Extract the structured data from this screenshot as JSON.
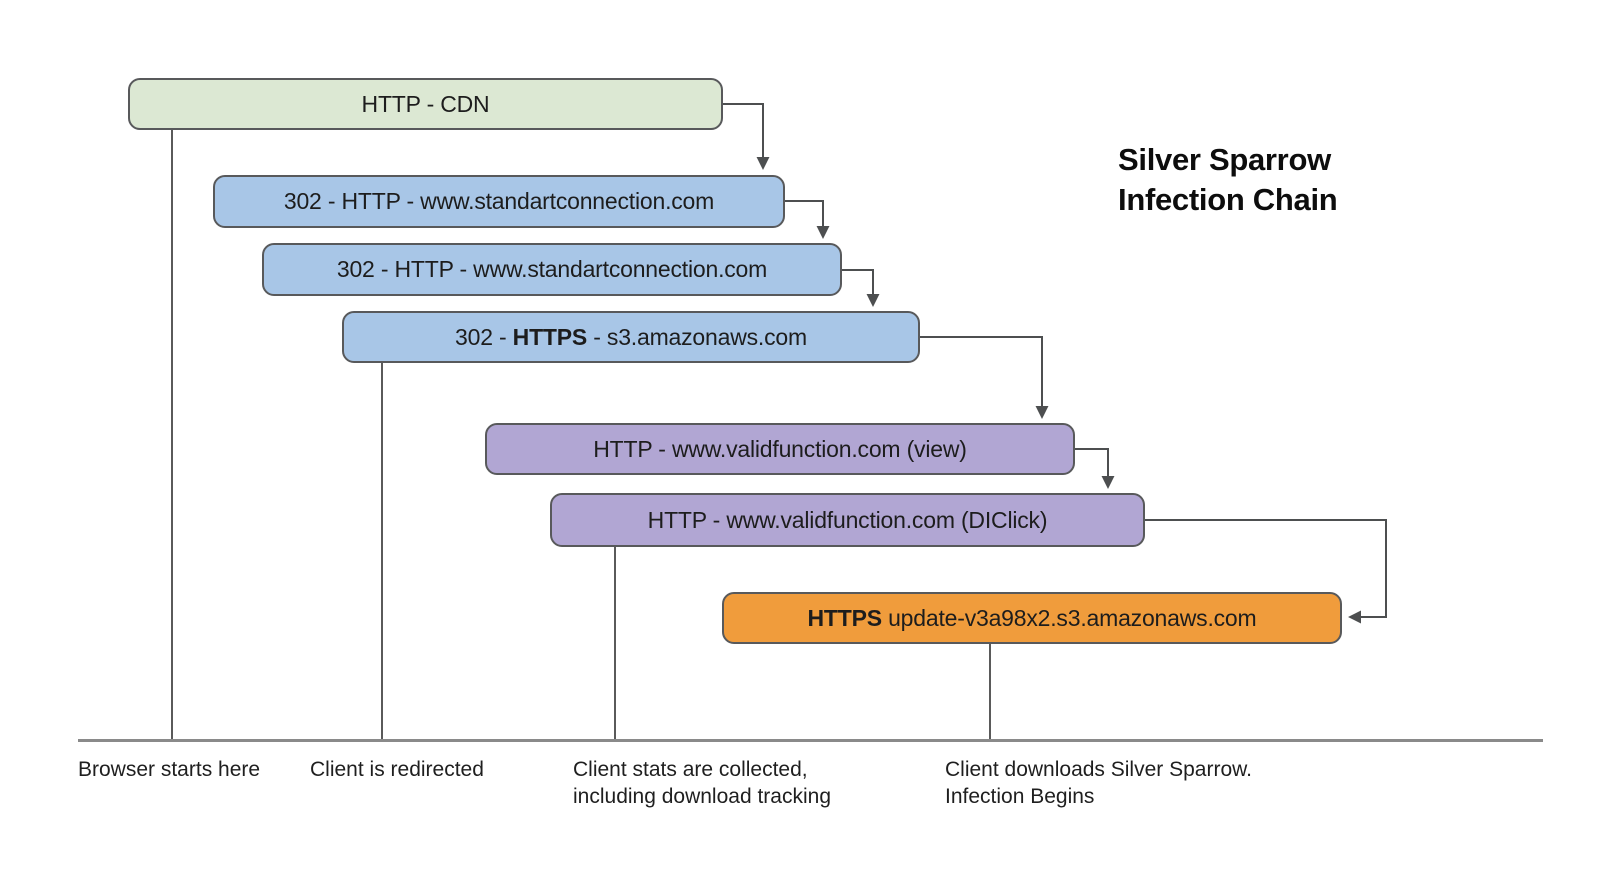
{
  "title": {
    "line1": "Silver Sparrow",
    "line2": "Infection Chain"
  },
  "nodes": [
    {
      "id": "http-cdn",
      "prefix": "",
      "bold": "",
      "rest": "HTTP - CDN"
    },
    {
      "id": "redirect-1",
      "prefix": "",
      "bold": "",
      "rest": "302 - HTTP - www.standartconnection.com"
    },
    {
      "id": "redirect-2",
      "prefix": "",
      "bold": "",
      "rest": "302 - HTTP - www.standartconnection.com"
    },
    {
      "id": "redirect-https-s3",
      "prefix": "302 - ",
      "bold": "HTTPS",
      "rest": " - s3.amazonaws.com"
    },
    {
      "id": "validfunction-view",
      "prefix": "",
      "bold": "",
      "rest": "HTTP - www.validfunction.com (view)"
    },
    {
      "id": "validfunction-diclick",
      "prefix": "",
      "bold": "",
      "rest": "HTTP - www.validfunction.com (DIClick)"
    },
    {
      "id": "payload-download",
      "prefix": "",
      "bold": "HTTPS",
      "rest": " update-v3a98x2.s3.amazonaws.com"
    }
  ],
  "timeline_labels": [
    {
      "line1": "Browser starts here",
      "line2": ""
    },
    {
      "line1": "Client is redirected",
      "line2": ""
    },
    {
      "line1": "Client stats are collected,",
      "line2": "including download tracking"
    },
    {
      "line1": "Client downloads Silver Sparrow.",
      "line2": "Infection Begins"
    }
  ],
  "colors": {
    "node_green": "#dce8d3",
    "node_blue": "#a8c6e7",
    "node_purple": "#b1a6d3",
    "node_orange": "#f09c3c",
    "node_border": "#58595b",
    "connector": "#4d4f50",
    "baseline": "#8a8a8a",
    "text": "#1d1d1d"
  }
}
